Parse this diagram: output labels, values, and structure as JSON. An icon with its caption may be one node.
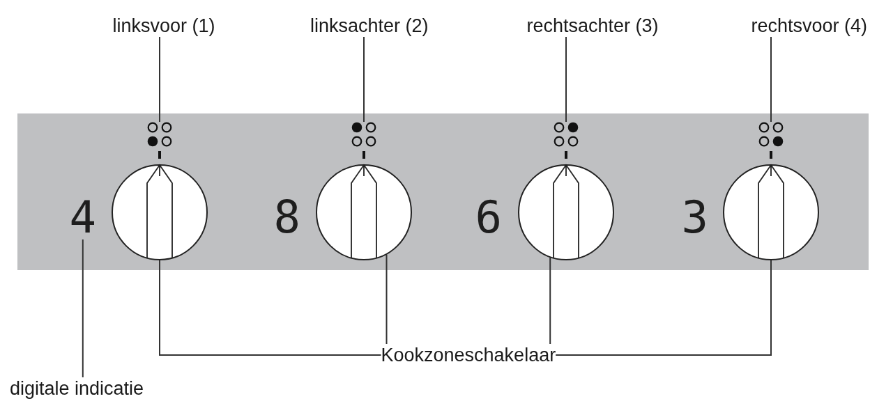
{
  "diagram": {
    "nodes": [
      {
        "text": [
          "linksvoor (1)"
        ]
      },
      {
        "text": [
          "linksachter (2)"
        ]
      },
      {
        "text": [
          "rechtsachter (3)"
        ]
      },
      {
        "text": [
          "rechtsvoor (4)"
        ]
      },
      {
        "text": [],
        "shape": "box"
      },
      {
        "text": [],
        "shape": "picture",
        "in": 4
      },
      {
        "text": [],
        "shape": "picture",
        "in": 4
      },
      {
        "text": [],
        "shape": "picture",
        "in": 4
      },
      {
        "text": [],
        "shape": "picture",
        "in": 4
      },
      {
        "text": [
          "4"
        ],
        "in": 4
      },
      {
        "text": [],
        "shape": "circle",
        "in": 4
      },
      {
        "text": [
          "8"
        ],
        "in": 4
      },
      {
        "text": [],
        "shape": "circle",
        "in": 4
      },
      {
        "text": [
          "6"
        ],
        "in": 4
      },
      {
        "text": [],
        "shape": "circle",
        "in": 4
      },
      {
        "text": [
          "3"
        ],
        "in": 4
      },
      {
        "text": [],
        "shape": "circle",
        "in": 4
      },
      {
        "text": [
          "Kookzoneschakelaar"
        ]
      },
      {
        "text": [
          "digitale indicatie"
        ]
      }
    ],
    "edges": [
      {
        "from": 0,
        "to": 5,
        "arrow": "none"
      },
      {
        "from": 1,
        "to": 6,
        "arrow": "none"
      },
      {
        "from": 2,
        "to": 7,
        "arrow": "none"
      },
      {
        "from": 3,
        "to": 8,
        "arrow": "none"
      },
      {
        "from": 17,
        "to": 10,
        "arrow": "none"
      },
      {
        "from": 17,
        "to": 12,
        "arrow": "none"
      },
      {
        "from": 17,
        "to": 14,
        "arrow": "none"
      },
      {
        "from": 17,
        "to": 16,
        "arrow": "none"
      },
      {
        "from": 18,
        "to": 9,
        "arrow": "none"
      }
    ]
  }
}
